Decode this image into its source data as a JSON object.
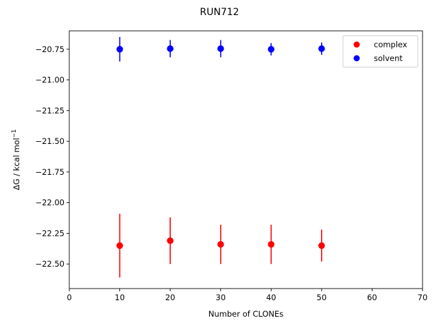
{
  "chart_data": {
    "type": "scatter",
    "title": "RUN712",
    "xlabel": "Number of CLONEs",
    "ylabel": "ΔG / kcal mol",
    "ylabel_superscript": "−1",
    "xlim": [
      0,
      70
    ],
    "ylim": [
      -22.7,
      -20.6
    ],
    "xticks": [
      0,
      10,
      20,
      30,
      40,
      50,
      60,
      70
    ],
    "xtick_labels": [
      "0",
      "10",
      "20",
      "30",
      "40",
      "50",
      "60",
      "70"
    ],
    "yticks": [
      -20.75,
      -21.0,
      -21.25,
      -21.5,
      -21.75,
      -22.0,
      -22.25,
      -22.5
    ],
    "ytick_labels": [
      "−20.75",
      "−21.00",
      "−21.25",
      "−21.50",
      "−21.75",
      "−22.00",
      "−22.25",
      "−22.50"
    ],
    "grid": false,
    "legend_position": "top-right",
    "series": [
      {
        "name": "complex",
        "color": "#ff0000",
        "x": [
          10,
          20,
          30,
          40,
          50
        ],
        "y": [
          -22.35,
          -22.31,
          -22.34,
          -22.34,
          -22.35
        ],
        "yerr": [
          0.26,
          0.19,
          0.16,
          0.16,
          0.13
        ]
      },
      {
        "name": "solvent",
        "color": "#0000ff",
        "x": [
          10,
          20,
          30,
          40,
          50
        ],
        "y": [
          -20.75,
          -20.745,
          -20.745,
          -20.75,
          -20.745
        ],
        "yerr": [
          0.1,
          0.07,
          0.07,
          0.05,
          0.05
        ]
      }
    ]
  }
}
